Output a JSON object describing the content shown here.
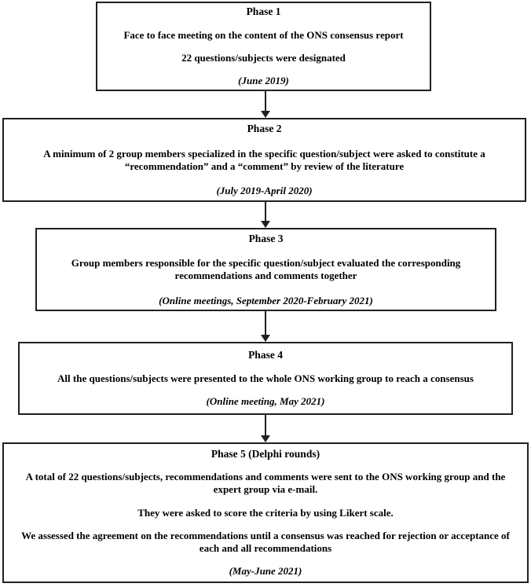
{
  "diagram": {
    "type": "flowchart",
    "orientation": "vertical",
    "title": "ONS consensus report Delphi process phases",
    "box_border_color": "#231f20",
    "background_color": "#ffffff",
    "text_color": "#000000"
  },
  "phases": [
    {
      "id": "phase-1",
      "title": "Phase 1",
      "lines": [
        "Face to face meeting on the content of the ONS consensus report",
        "22 questions/subjects were designated"
      ],
      "date": "(June 2019)"
    },
    {
      "id": "phase-2",
      "title": "Phase 2",
      "lines": [
        "A minimum of 2 group members specialized in the specific question/subject were asked to constitute a “recommendation” and a “comment” by review of the literature"
      ],
      "date": "(July 2019-April 2020)"
    },
    {
      "id": "phase-3",
      "title": "Phase 3",
      "lines": [
        "Group members responsible for the specific question/subject evaluated the corresponding recommendations and comments together"
      ],
      "date": "(Online meetings, September 2020-February 2021)"
    },
    {
      "id": "phase-4",
      "title": "Phase 4",
      "lines": [
        "All the questions/subjects were presented to the whole ONS working group to reach a consensus"
      ],
      "date": "(Online meeting, May 2021)"
    },
    {
      "id": "phase-5",
      "title": "Phase 5 (Delphi rounds)",
      "lines": [
        "A total of 22 questions/subjects, recommendations and comments were sent to the ONS working group and the expert group via e-mail.",
        "They were asked to score the criteria by using Likert scale.",
        "We assessed the agreement on the recommendations until a consensus was reached for rejection or acceptance of each and all recommendations"
      ],
      "date": "(May-June 2021)"
    }
  ],
  "connectors": [
    {
      "id": "arrow-1-2",
      "from": "phase-1",
      "to": "phase-2",
      "icon": "down-arrow-icon"
    },
    {
      "id": "arrow-2-3",
      "from": "phase-2",
      "to": "phase-3",
      "icon": "down-arrow-icon"
    },
    {
      "id": "arrow-3-4",
      "from": "phase-3",
      "to": "phase-4",
      "icon": "down-arrow-icon"
    },
    {
      "id": "arrow-4-5",
      "from": "phase-4",
      "to": "phase-5",
      "icon": "down-arrow-icon"
    }
  ]
}
